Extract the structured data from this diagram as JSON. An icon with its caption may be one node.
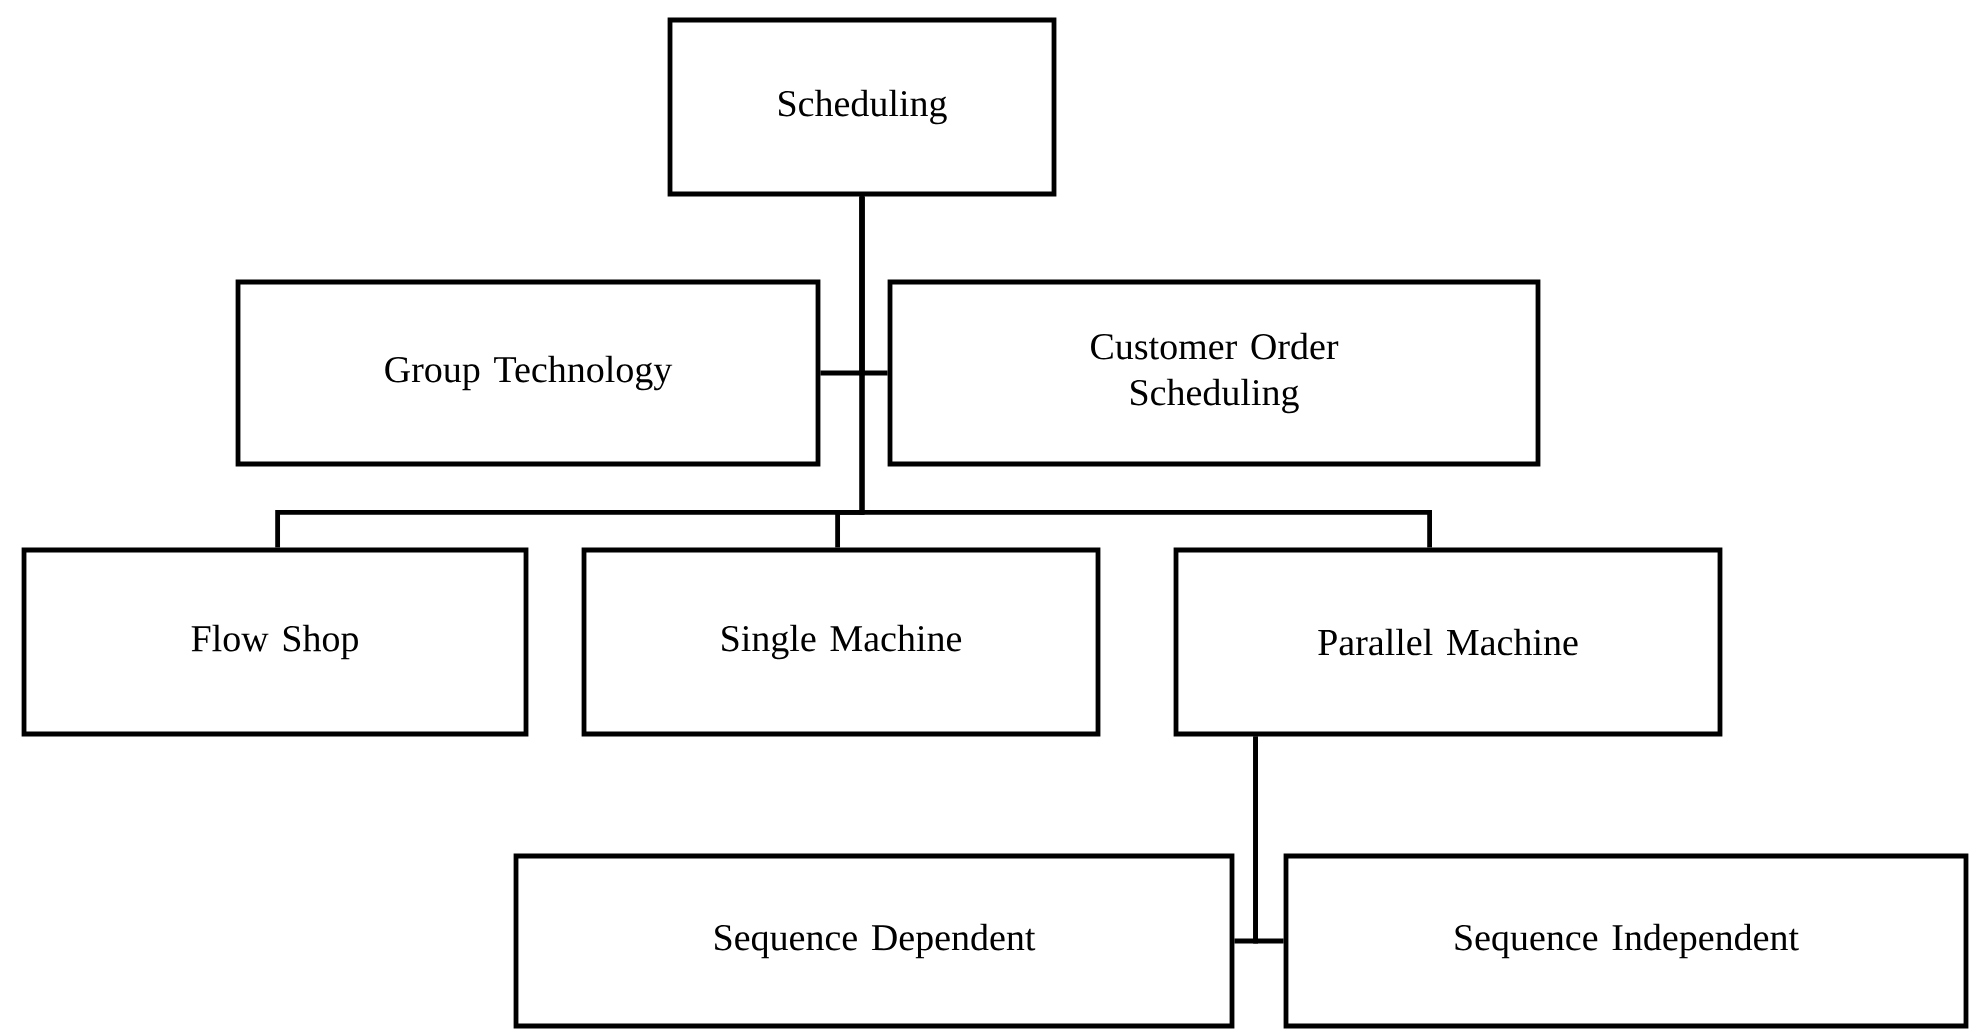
{
  "diagram": {
    "nodes": [
      {
        "text": [
          "Scheduling"
        ]
      },
      {
        "text": [
          "Group Technology"
        ]
      },
      {
        "text": [
          "Customer Order Scheduling"
        ]
      },
      {
        "text": [
          "Flow Shop"
        ]
      },
      {
        "text": [
          "Single Machine"
        ]
      },
      {
        "text": [
          "Parallel Machine"
        ]
      },
      {
        "text": [
          "Sequence Dependent"
        ]
      },
      {
        "text": [
          "Sequence Independent"
        ]
      }
    ],
    "edges": [
      {
        "from": 0,
        "to": 1,
        "arrow": "none"
      },
      {
        "from": 0,
        "to": 2,
        "arrow": "none"
      },
      {
        "from": 0,
        "to": 3,
        "arrow": "none"
      },
      {
        "from": 0,
        "to": 4,
        "arrow": "none"
      },
      {
        "from": 0,
        "to": 5,
        "arrow": "none"
      },
      {
        "from": 5,
        "to": 6,
        "arrow": "none"
      },
      {
        "from": 5,
        "to": 7,
        "arrow": "none"
      }
    ]
  }
}
